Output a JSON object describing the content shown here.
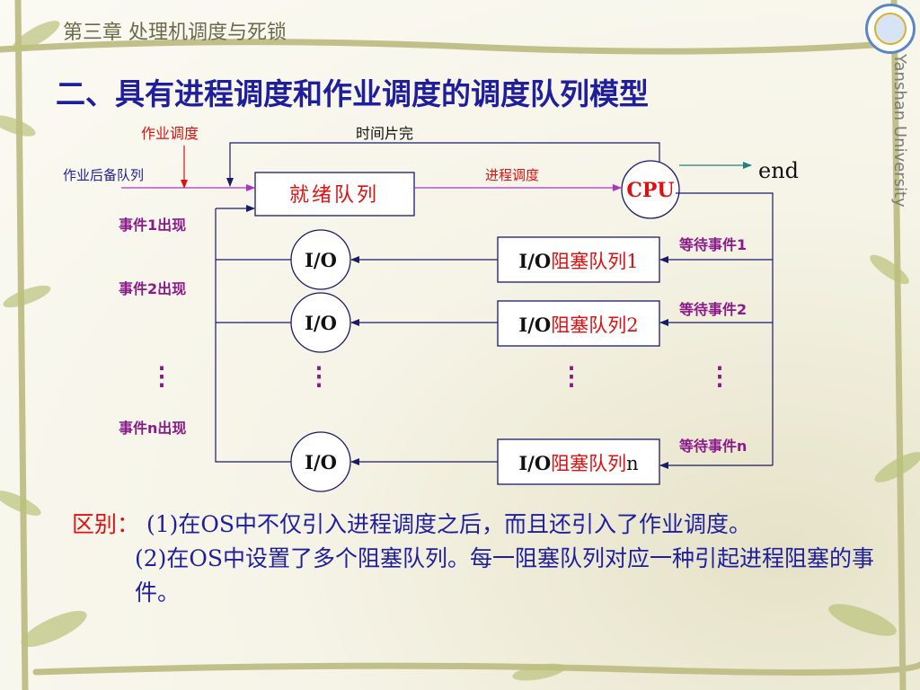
{
  "slide": {
    "chapter": "第三章  处理机调度与死锁",
    "title": "二、具有进程调度和作业调度的调度队列模型",
    "university": "Yanshan University",
    "logo_icon": "yanshan-university-logo"
  },
  "diagram": {
    "labels": {
      "job_scheduling": "作业调度",
      "time_slice_done": "时间片完",
      "backup_queue": "作业后备队列",
      "process_scheduling": "进程调度",
      "end": "end",
      "ready_queue": "就绪队列",
      "cpu": "CPU",
      "event1": "事件1出现",
      "event2": "事件2出现",
      "eventn": "事件n出现",
      "wait1": "等待事件1",
      "wait2": "等待事件2",
      "waitn": "等待事件n",
      "io": "I/O",
      "blocked_prefix": "I/O",
      "blocked1": "阻塞队列1",
      "blocked2": "阻塞队列2",
      "blockedn_text": "阻塞队列",
      "blockedn_suffix": "n",
      "ellipsis": "⋮"
    },
    "colors": {
      "line_dark": "#1a1a6a",
      "line_red": "#e01010",
      "line_purple": "#b030c0",
      "line_teal": "#208080",
      "text_red": "#e01010",
      "text_blue": "#1e1e9e",
      "text_purple": "#8a1a8a",
      "text_dark": "#111111"
    }
  },
  "description": {
    "label": "区别：",
    "p1": " (1)在OS中不仅引入进程调度之后，而且还引入了作业调度。",
    "p2": "(2)在OS中设置了多个阻塞队列。每一阻塞队列对应一种引起进程阻塞的事件。"
  }
}
